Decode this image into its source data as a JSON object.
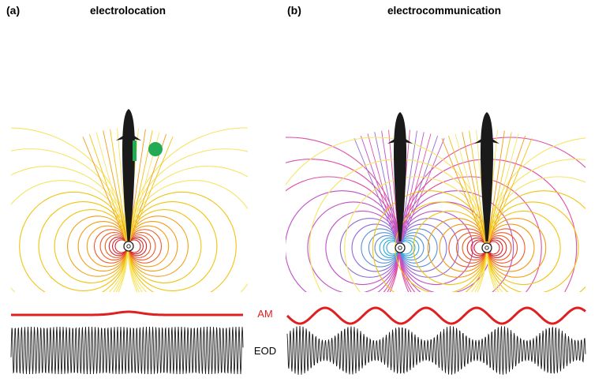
{
  "panels": [
    {
      "label": "(a)",
      "title": "electrolocation",
      "field_colors": [
        "#d62728",
        "#ee5a24",
        "#f39c12",
        "#f1c40f",
        "#f7e463"
      ],
      "object_color": "#22aa55",
      "fish_color": "#1a1a1a"
    },
    {
      "label": "(b)",
      "title": "electrocommunication",
      "field_colors_left": [
        "#2ea8e0",
        "#5a8fd6",
        "#8e6ad6",
        "#c04fc8",
        "#e04fa5"
      ],
      "field_colors_right": [
        "#d62728",
        "#ee5a24",
        "#f39c12",
        "#f1c40f",
        "#f7e463"
      ],
      "fish_color": "#1a1a1a"
    }
  ],
  "signals": {
    "am_label": "AM",
    "eod_label": "EOD",
    "am_color": "#e02020",
    "eod_color": "#1a1a1a"
  }
}
